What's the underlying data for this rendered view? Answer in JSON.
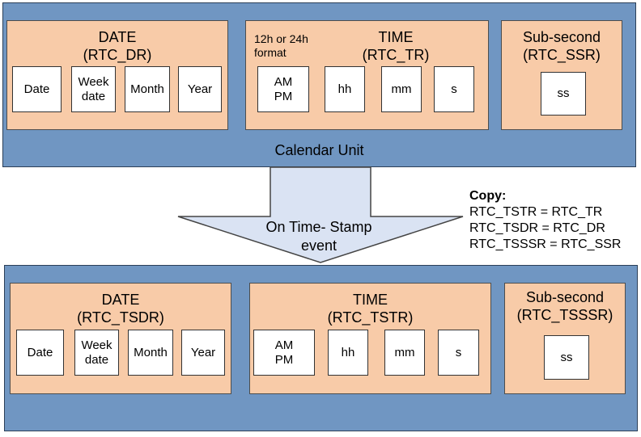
{
  "calendar": {
    "title": "Calendar Unit",
    "date": {
      "title": "DATE",
      "register": "(RTC_DR)",
      "fields": [
        "Date",
        "Week date",
        "Month",
        "Year"
      ]
    },
    "time": {
      "note": "12h or 24h format",
      "title": "TIME",
      "register": "(RTC_TR)",
      "fields": [
        "AM PM",
        "hh",
        "mm",
        "s"
      ]
    },
    "subsecond": {
      "title": "Sub-second",
      "register": "(RTC_SSR)",
      "fields": [
        "ss"
      ]
    }
  },
  "event": {
    "label": "On Time- Stamp event"
  },
  "copy": {
    "heading": "Copy:",
    "lines": [
      "RTC_TSTR = RTC_TR",
      "RTC_TSDR = RTC_DR",
      "RTC_TSSSR = RTC_SSR"
    ]
  },
  "timestamp": {
    "date": {
      "title": "DATE",
      "register": "(RTC_TSDR)",
      "fields": [
        "Date",
        "Week date",
        "Month",
        "Year"
      ]
    },
    "time": {
      "title": "TIME",
      "register": "(RTC_TSTR)",
      "fields": [
        "AM PM",
        "hh",
        "mm",
        "s"
      ]
    },
    "subsecond": {
      "title": "Sub-second",
      "register": "(RTC_TSSSR)",
      "fields": [
        "ss"
      ]
    }
  },
  "colors": {
    "outer": "#7096c2",
    "group": "#f8cba8",
    "field": "#ffffff",
    "arrow": "#dae3f3"
  }
}
